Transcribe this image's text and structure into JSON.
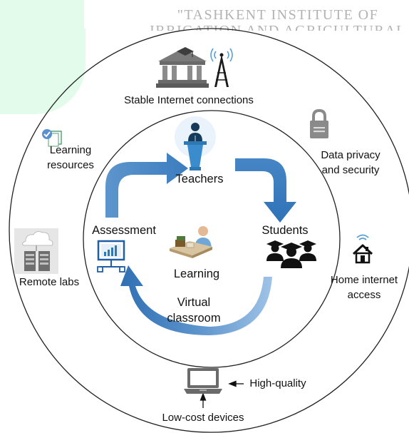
{
  "watermark": {
    "line1": "\"TASHKENT INSTITUTE OF",
    "line2": "IRRIGATION AND AGRICULTURAL"
  },
  "outer": {
    "stable_internet": "Stable Internet connections",
    "learning_resources": {
      "line1": "Learning",
      "line2": "resources"
    },
    "data_privacy": {
      "line1": "Data privacy",
      "line2": "and security"
    },
    "remote_labs": "Remote labs",
    "home_internet": {
      "line1": "Home internet",
      "line2": "access"
    },
    "high_quality": "High-quality",
    "low_cost": "Low-cost devices"
  },
  "inner": {
    "teachers": "Teachers",
    "students": "Students",
    "assessment": "Assessment",
    "learning": "Learning",
    "virtual_classroom": {
      "line1": "Virtual",
      "line2": "classroom"
    }
  },
  "colors": {
    "arrow": "#3d7fc0",
    "arrow_light": "#6fa3d6",
    "ring": "#222222",
    "icon_gray": "#8a8a8a",
    "watermark_bg": "#e2fbea"
  },
  "icons": [
    "university-icon",
    "antenna-icon",
    "checklist-icon",
    "padlock-icon",
    "server-rack-icon",
    "wifi-house-icon",
    "teacher-podium-icon",
    "students-group-icon",
    "assessment-monitor-icon",
    "learning-desk-icon",
    "laptop-icon"
  ]
}
